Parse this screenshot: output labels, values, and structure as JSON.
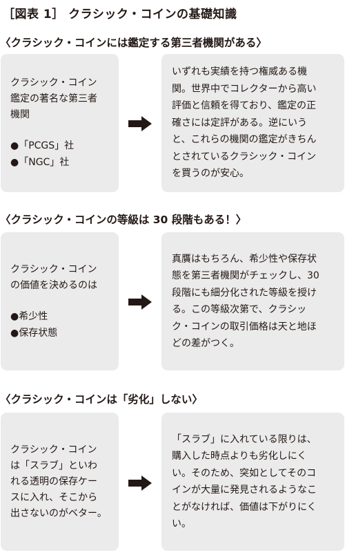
{
  "figure_title": "［図表 1］ クラシック・コインの基礎知識",
  "sections": [
    {
      "heading": "〈クラシック・コインには鑑定する第三者機関がある〉",
      "left_text": "クラシック・コイン\n鑑定の著名な第三者\n機関",
      "left_items": [
        "●「PCGS」社",
        "●「NGC」社"
      ],
      "right_text": "いずれも実績を持つ権威ある機\n関。世界中でコレクターから高い\n評価と信頼を得ており、鑑定の正\n確さには定評がある。逆にいう\nと、これらの機関の鑑定がきちん\nとされているクラシック・コイン\nを買うのが安心。"
    },
    {
      "heading": "〈クラシック・コインの等級は 30 段階もある！〉",
      "left_text": "クラシック・コイン\nの価値を決めるのは",
      "left_items": [
        "●希少性",
        "●保存状態"
      ],
      "right_text": "真贋はもちろん、希少性や保存状\n態を第三者機関がチェックし、30\n段階にも細分化された等級を授け\nる。この等級次第で、クラシッ\nク・コインの取引価格は天と地ほ\nどの差がつく。"
    },
    {
      "heading": "〈クラシック・コインは「劣化」しない〉",
      "left_text": "クラシック・コイン\nは「スラブ」といわ\nれる透明の保存ケー\nスに入れ、そこから\n出さないのがベター。",
      "left_items": [],
      "right_text": "「スラブ」に入れている限りは、\n購入した時点よりも劣化しにく\nい。そのため、突如としてそのコ\nインが大量に発見されるようなこ\nとがなければ、価値は下がりにく\nい。"
    }
  ],
  "colors": {
    "text": "#231815",
    "box_background": "#ebebeb",
    "arrow": "#231815"
  },
  "icons": {
    "arrow": "right-arrow-icon"
  }
}
